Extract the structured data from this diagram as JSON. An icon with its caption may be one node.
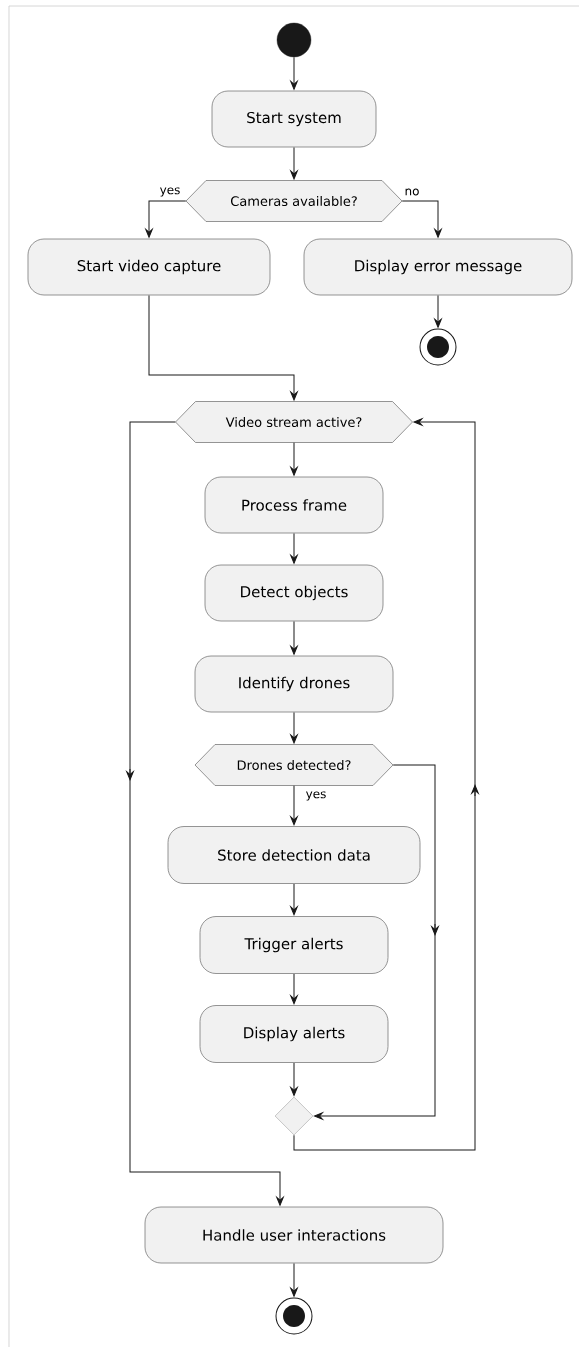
{
  "diagram": {
    "nodes": [
      {
        "text": [],
        "shape": "circle"
      },
      {
        "text": [
          "Start system"
        ]
      },
      {
        "text": [
          "Cameras available?"
        ]
      },
      {
        "text": [
          "Start video capture"
        ]
      },
      {
        "text": [
          "Display error message"
        ]
      },
      {
        "text": [],
        "shape": "bullseye"
      },
      {
        "text": [
          "Video stream active?"
        ]
      },
      {
        "text": [
          "Process frame"
        ]
      },
      {
        "text": [
          "Detect objects"
        ]
      },
      {
        "text": [
          "Identify drones"
        ]
      },
      {
        "text": [
          "Drones detected?"
        ]
      },
      {
        "text": [
          "Store detection data"
        ]
      },
      {
        "text": [
          "Trigger alerts"
        ]
      },
      {
        "text": [
          "Display alerts"
        ]
      },
      {
        "text": [],
        "shape": "diamond"
      },
      {
        "text": [
          "Handle user interactions"
        ]
      },
      {
        "text": [],
        "shape": "bullseye"
      }
    ],
    "edges": [
      {
        "from": 0,
        "to": 1,
        "arrow": "to"
      },
      {
        "from": 1,
        "to": 2,
        "arrow": "to"
      },
      {
        "from": 2,
        "to": 3,
        "arrow": "to",
        "label": "yes"
      },
      {
        "from": 2,
        "to": 4,
        "arrow": "to",
        "label": "no"
      },
      {
        "from": 4,
        "to": 5,
        "arrow": "to"
      },
      {
        "from": 3,
        "to": 6,
        "arrow": "to"
      },
      {
        "from": 6,
        "to": 7,
        "arrow": "to"
      },
      {
        "from": 7,
        "to": 8,
        "arrow": "to"
      },
      {
        "from": 8,
        "to": 9,
        "arrow": "to"
      },
      {
        "from": 9,
        "to": 10,
        "arrow": "to"
      },
      {
        "from": 10,
        "to": 11,
        "arrow": "to",
        "label": "yes"
      },
      {
        "from": 11,
        "to": 12,
        "arrow": "to"
      },
      {
        "from": 12,
        "to": 13,
        "arrow": "to"
      },
      {
        "from": 13,
        "to": 14,
        "arrow": "to"
      },
      {
        "from": 10,
        "to": 14,
        "arrow": "to"
      },
      {
        "from": 14,
        "to": 6,
        "arrow": "to"
      },
      {
        "from": 6,
        "to": 15,
        "arrow": "to"
      },
      {
        "from": 15,
        "to": 16,
        "arrow": "to"
      }
    ]
  }
}
